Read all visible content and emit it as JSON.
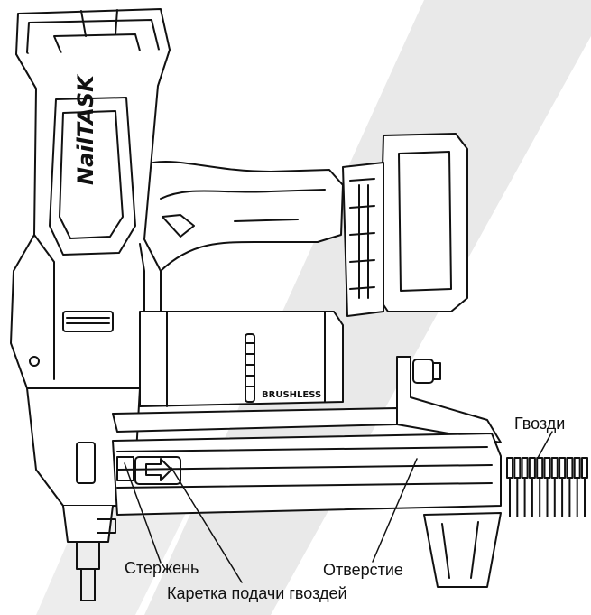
{
  "diagram": {
    "brand_logo_text": "NailTASK",
    "motor_badge_text": "BRUSHLESS",
    "watermark_color": "#e6e6e6",
    "line_color": "#111111"
  },
  "labels": {
    "nails": "Гвозди",
    "rod": "Стержень",
    "hole": "Отверстие",
    "carriage": "Каретка подачи гвоздей"
  }
}
